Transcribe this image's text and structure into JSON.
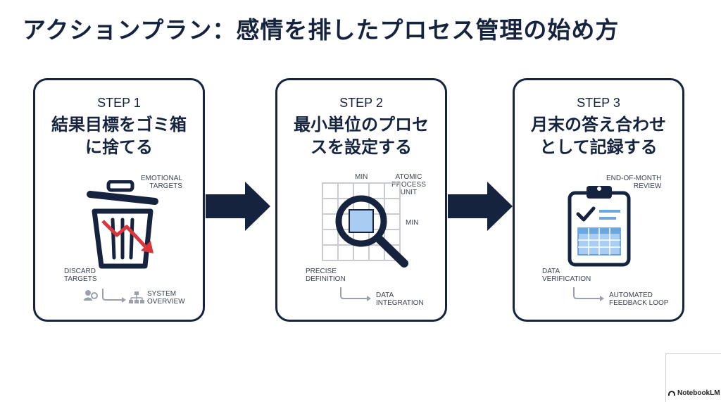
{
  "title": "アクションプラン：感情を排したプロセス管理の始め方",
  "steps": [
    {
      "label": "STEP 1",
      "heading_line1": "結果目標をゴミ箱",
      "heading_line2": "に捨てる",
      "annotations": {
        "emotional_targets": "EMOTIONAL\nTARGETS",
        "discard_targets": "DISCARD\nTARGETS",
        "system_overview": "SYSTEM\nOVERVIEW"
      },
      "icons": [
        "trash-can-icon",
        "downward-trend-arrow-icon",
        "person-gear-icon",
        "flow-arrow-icon",
        "org-chart-icon"
      ]
    },
    {
      "label": "STEP 2",
      "heading_line1": "最小単位のプロセ",
      "heading_line2": "スを設定する",
      "annotations": {
        "min_top": "MIN",
        "atomic_unit": "ATOMIC\nPROCESS\nUNIT",
        "min_right": "MIN",
        "precise_definition": "PRECISE\nDEFINITION",
        "data_integration": "DATA\nINTEGRATION"
      },
      "icons": [
        "grid-icon",
        "magnifying-glass-icon",
        "flow-arrow-icon"
      ]
    },
    {
      "label": "STEP 3",
      "heading_line1": "月末の答え合わせ",
      "heading_line2": "として記録する",
      "annotations": {
        "end_of_month": "END-OF-MONTH\nREVIEW",
        "data_verification": "DATA\nVERIFICATION",
        "automated_feedback": "AUTOMATED\nFEEDBACK LOOP"
      },
      "icons": [
        "clipboard-checklist-icon",
        "checkmark-icon",
        "table-icon",
        "flow-arrow-icon"
      ]
    }
  ],
  "brand": "NotebookLM",
  "colors": {
    "navy": "#16233f",
    "red_accent": "#d9363e",
    "light_blue": "#a9cdf2",
    "grid_gray": "#c9ccd3"
  }
}
